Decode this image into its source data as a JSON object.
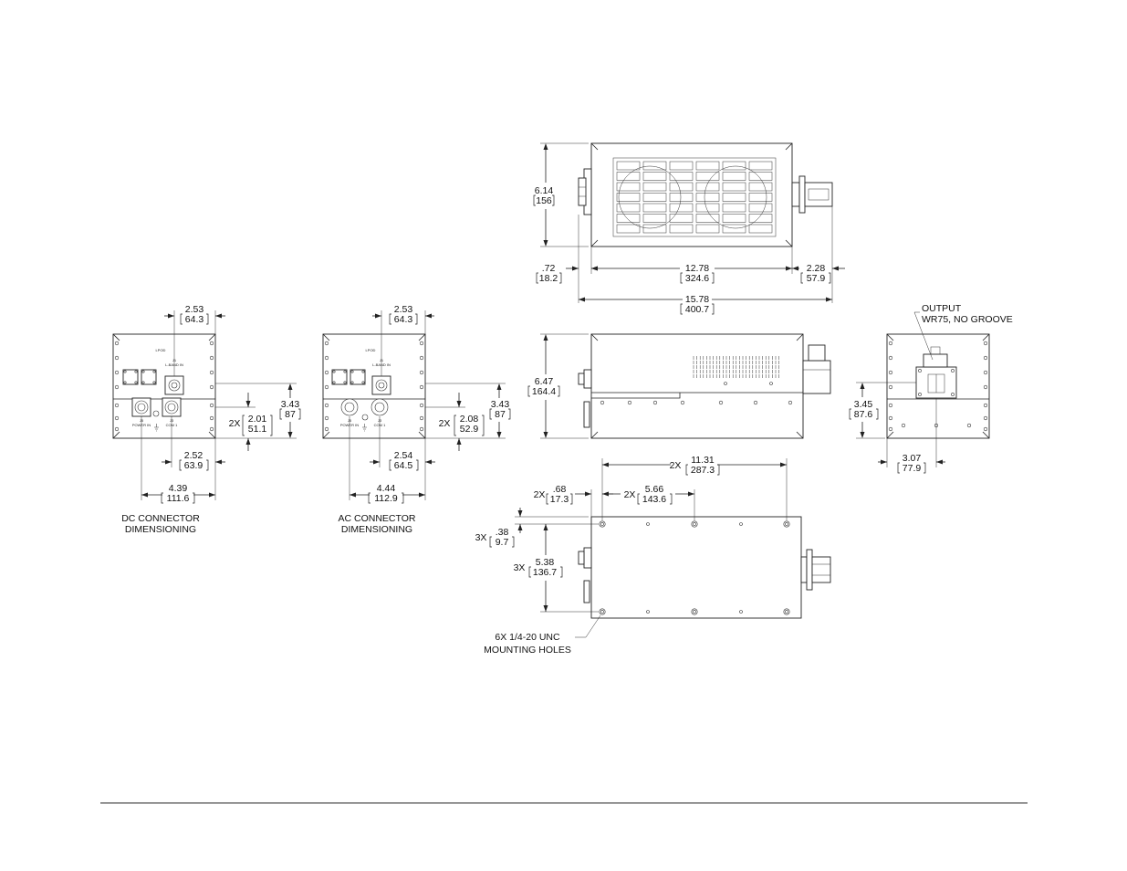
{
  "views": {
    "top": {
      "height": [
        "6.14",
        "156"
      ],
      "left_offset": [
        ".72",
        "18.2"
      ],
      "body_length": [
        "12.78",
        "324.6"
      ],
      "right_offset": [
        "2.28",
        "57.9"
      ],
      "overall_length": [
        "15.78",
        "400.7"
      ]
    },
    "side": {
      "height": [
        "6.47",
        "164.4"
      ]
    },
    "end": {
      "output_label": [
        "OUTPUT",
        "WR75, NO GROOVE"
      ],
      "flange_height": [
        "3.45",
        "87.6"
      ],
      "flange_offset": [
        "3.07",
        "77.9"
      ]
    },
    "dc": {
      "top_offset": [
        "2.53",
        "64.3"
      ],
      "conn_spacing_prefix": "2X",
      "conn_spacing": [
        "2.01",
        "51.1"
      ],
      "height": [
        "3.43",
        "87"
      ],
      "conn_offset": [
        "2.52",
        "63.9"
      ],
      "width": [
        "4.39",
        "111.6"
      ],
      "caption": [
        "DC CONNECTOR",
        "DIMENSIONING"
      ],
      "panel_text": [
        "LPOD",
        "J1",
        "L-BAND IN",
        "J5",
        "POWER IN",
        "J3",
        "COM 1"
      ]
    },
    "ac": {
      "top_offset": [
        "2.53",
        "64.3"
      ],
      "conn_spacing_prefix": "2X",
      "conn_spacing": [
        "2.08",
        "52.9"
      ],
      "height": [
        "3.43",
        "87"
      ],
      "conn_offset": [
        "2.54",
        "64.5"
      ],
      "width": [
        "4.44",
        "112.9"
      ],
      "caption": [
        "AC CONNECTOR",
        "DIMENSIONING"
      ],
      "panel_text": [
        "LPOD",
        "J1",
        "L-BAND IN",
        "J5",
        "POWER IN",
        "J3",
        "COM 1"
      ]
    },
    "bottom": {
      "span_prefix": "2X",
      "hole_span": [
        "11.31",
        "287.3"
      ],
      "edge_prefix": "2X",
      "edge_offset": [
        ".68",
        "17.3"
      ],
      "mid_prefix": "2X",
      "mid_span": [
        "5.66",
        "143.6"
      ],
      "y_edge_prefix": "3X",
      "y_edge": [
        ".38",
        "9.7"
      ],
      "y_span_prefix": "3X",
      "y_span": [
        "5.38",
        "136.7"
      ],
      "note": [
        "6X 1/4-20 UNC",
        "MOUNTING HOLES"
      ]
    }
  }
}
